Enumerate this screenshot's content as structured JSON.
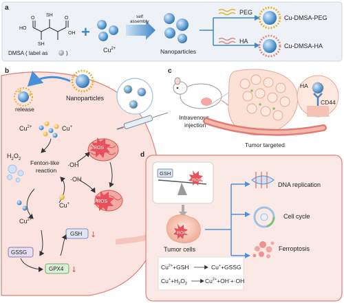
{
  "panels": {
    "a": "a",
    "b": "b",
    "c": "c",
    "d": "d"
  },
  "panel_a": {
    "dmsa_caption": "DMSA",
    "dmsa_label_note": "( label as",
    "dmsa_label_close": ")",
    "sh": "SH",
    "ho": "HO",
    "oh": "OH",
    "o": "O",
    "plus": "+",
    "cu2": "Cu",
    "cu2_sup": "2+",
    "self_assembly_1": "self",
    "self_assembly_2": "assembly",
    "nanoparticles": "Nanoparticles",
    "peg": "PEG",
    "ha": "HA",
    "product_peg": "Cu-DMSA-PEG",
    "product_ha": "Cu-DMSA-HA"
  },
  "panel_b": {
    "release": "release",
    "nanoparticles": "Nanoparticles",
    "cu": "Cu",
    "sup2": "2+",
    "sup1": "+",
    "h2o2": "H",
    "h2o2_sub": "2",
    "h2o2_o": "O",
    "fenton_1": "Fenton-like",
    "fenton_2": "reaction",
    "oh_radical": "·OH",
    "ros": "ROS",
    "gsh": "GSH",
    "gssg": "GSSG",
    "gpx4": "GPX4",
    "down_arrow": "↓"
  },
  "panel_c": {
    "injection_1": "Intravenous",
    "injection_2": "injection",
    "tumor_targeted": "Tumor targeted",
    "ha": "HA",
    "cd44": "CD44"
  },
  "panel_d": {
    "gsh": "GSH",
    "ros": "ROS",
    "tumor_cells": "Tumor cells",
    "dna_replication": "DNA replication",
    "cell_cycle": "Cell cycle",
    "ferroptosis": "Ferroptosis",
    "eq1": {
      "a": "Cu",
      "a_sup": "2+",
      "b": "+GSH",
      "c": "Cu",
      "c_sup": "+",
      "d": "+GSSG"
    },
    "eq2": {
      "a": "Cu",
      "a_sup": "+",
      "b": "+H",
      "b_sub": "2",
      "b2": "O",
      "b2_sub": "2",
      "c": "Cu",
      "c_sup": "2+",
      "d": "+OH",
      "d_sup": "-",
      "e": "+·OH"
    }
  },
  "colors": {
    "panel_a_bg": "#eef2f6",
    "panel_b_bg": "#fbe4e0",
    "panel_d_bg": "#fbe9e6",
    "cell_border": "#d9534f",
    "arrow_blue": "#4a90d9",
    "copper_blue": "#4a90c8",
    "ros_red": "#e8505b",
    "gold": "#f5c24a"
  }
}
